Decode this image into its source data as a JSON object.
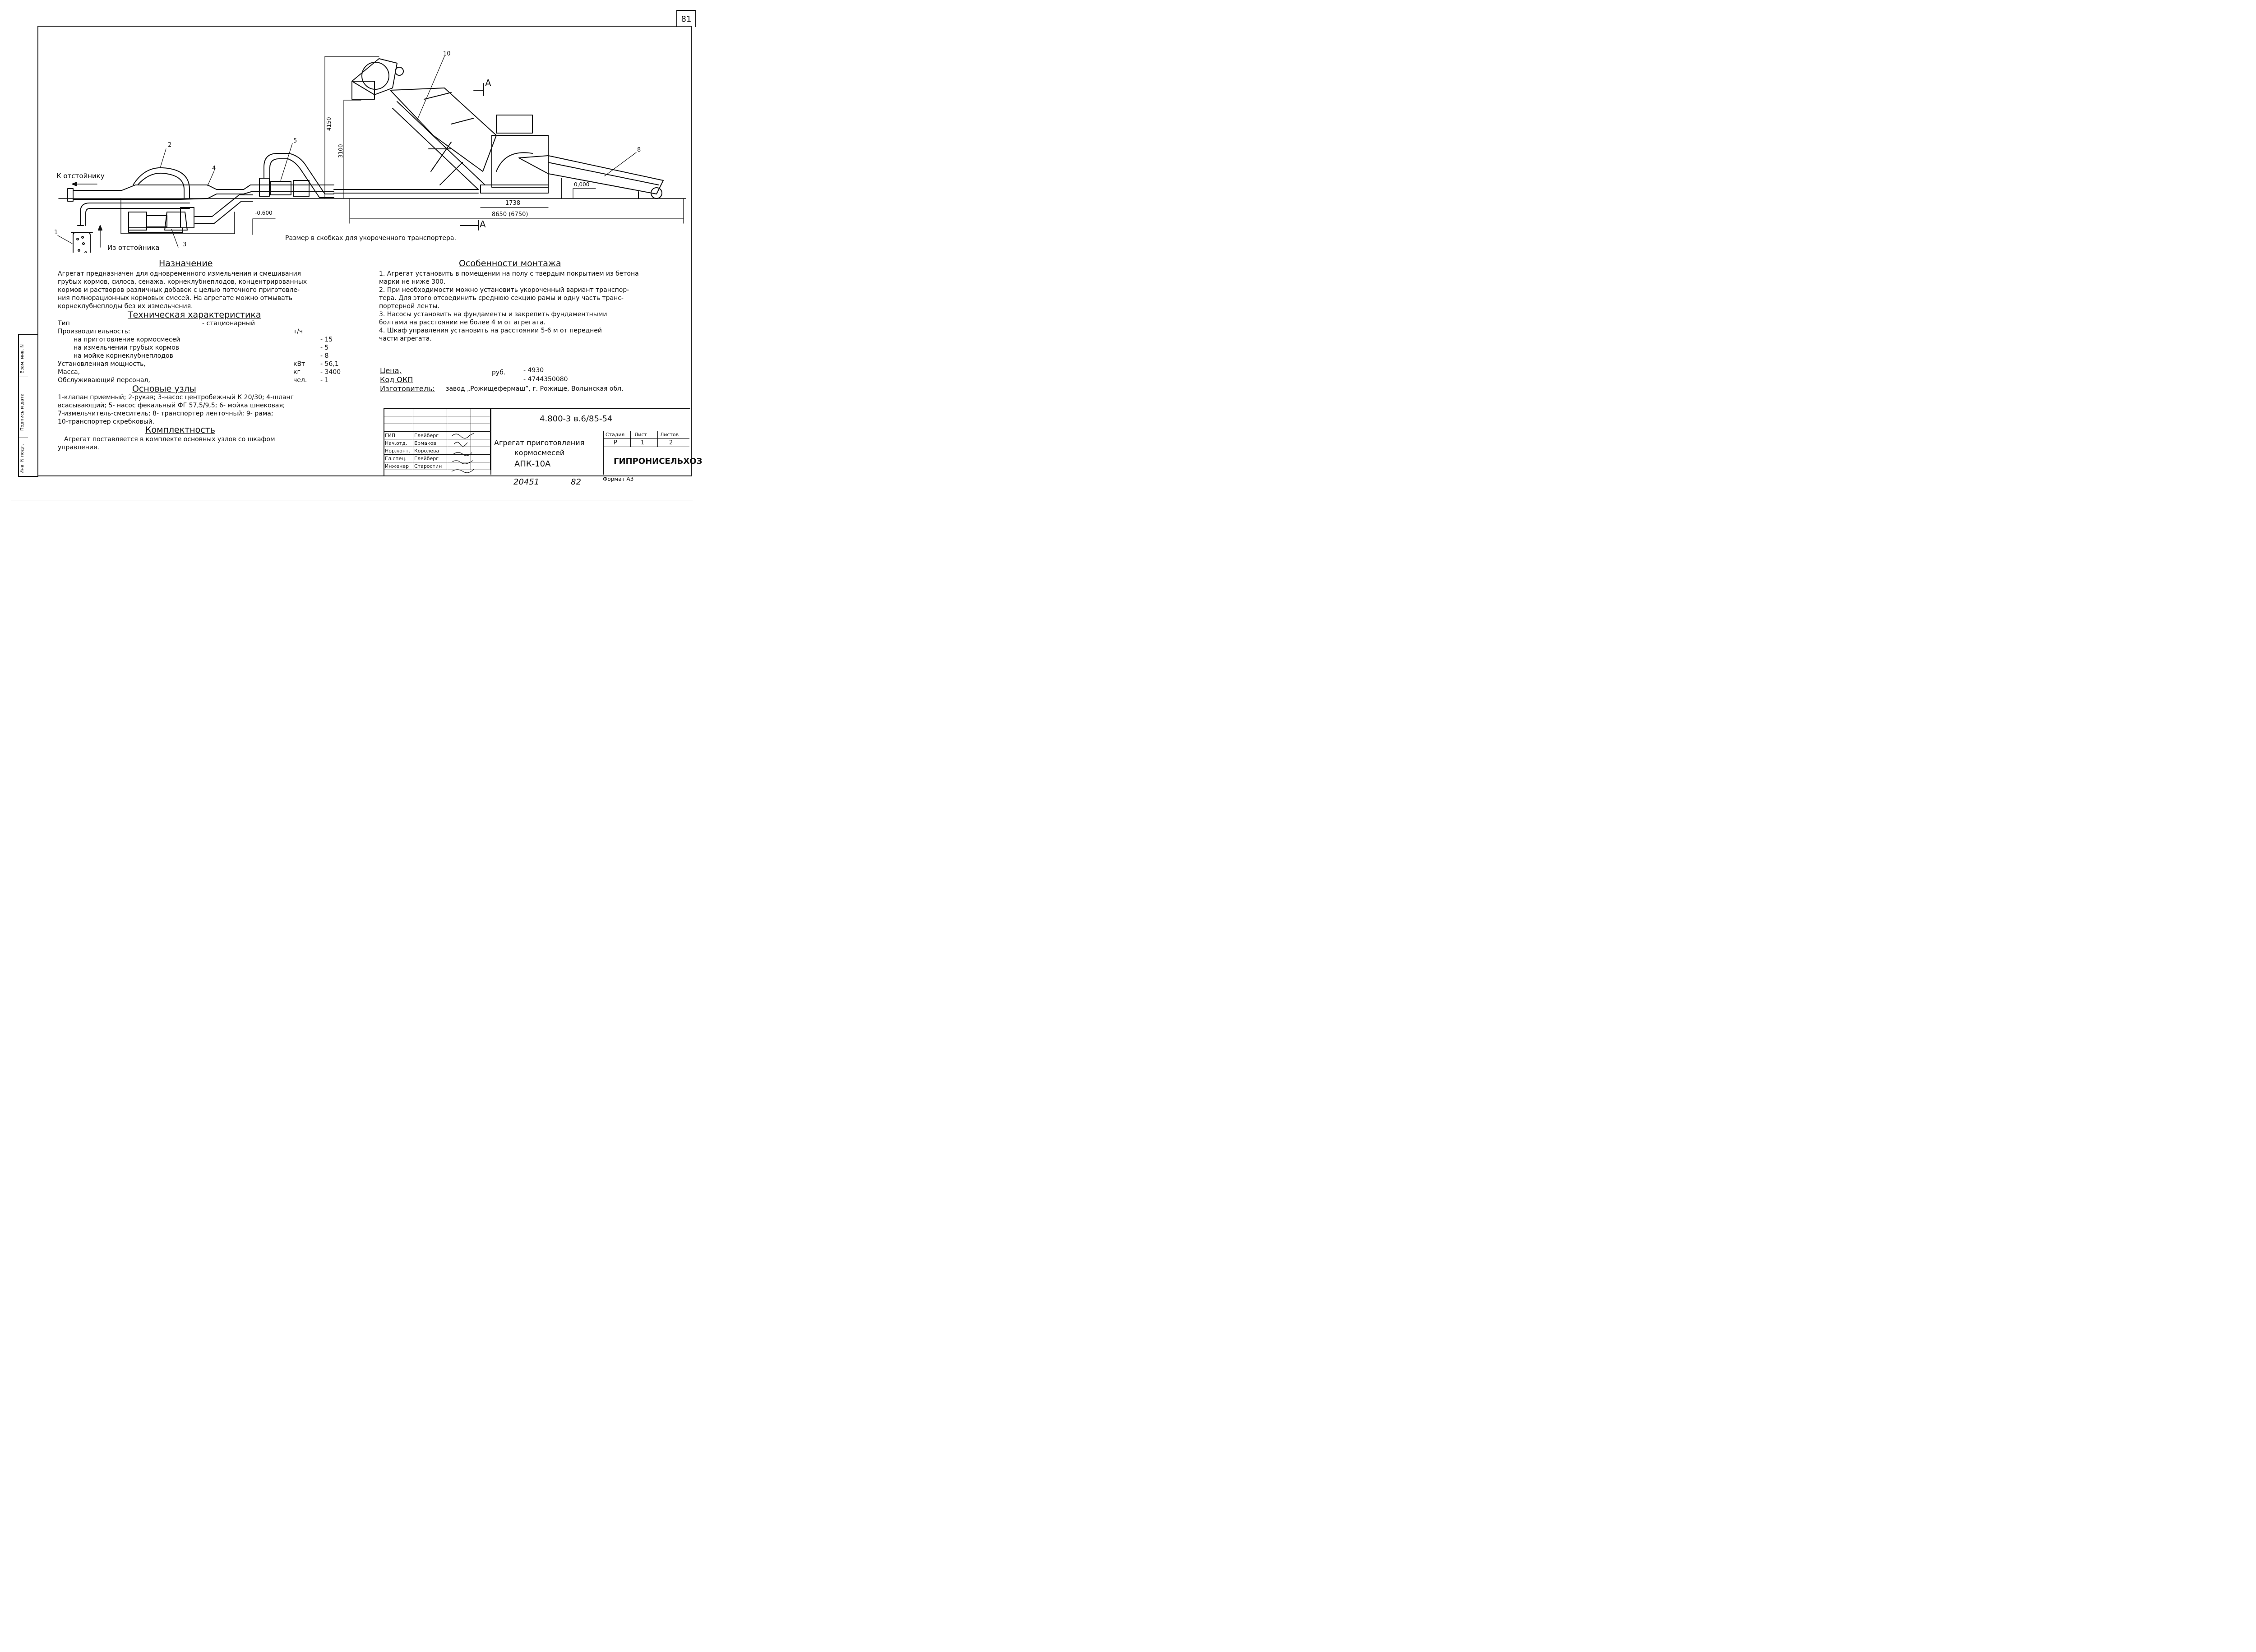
{
  "sheet_number": "81",
  "drawing": {
    "labels": {
      "to_settler": "К отстойнику",
      "from_settler": "Из отстойника",
      "dim_4150": "4150",
      "dim_3100": "3100",
      "dim_minus_0600": "-0,600",
      "dim_0000": "0,000",
      "dim_1738": "1738",
      "dim_8650": "8650 (6750)",
      "section_a_top": "А",
      "section_a_bottom": "А",
      "callout_1": "1",
      "callout_2": "2",
      "callout_3": "3",
      "callout_4": "4",
      "callout_5": "5",
      "callout_8": "8",
      "callout_10": "10"
    },
    "note": "Размер в скобках для укороченного транспортера."
  },
  "purpose": {
    "heading": "Назначение",
    "lines": [
      "Агрегат предназначен для одновременного измельчения и смешивания",
      "грубых кормов, силоса, сенажа, корнеклубнеплодов, концентрированных",
      "кормов и растворов различных добавок с целью поточного приготовле-",
      "ния полнорационных кормовых смесей. На агрегате можно отмывать",
      "корнеклубнеплоды без их измельчения."
    ]
  },
  "tech": {
    "heading": "Техническая характеристика",
    "rows": [
      {
        "label": "Тип",
        "unit": "",
        "value": "- стационарный",
        "indent": false
      },
      {
        "label": "Производительность:",
        "unit": "т/ч",
        "value": "",
        "indent": false
      },
      {
        "label": "на приготовление кормосмесей",
        "unit": "",
        "value": "- 15",
        "indent": true
      },
      {
        "label": "на измельчении грубых кормов",
        "unit": "",
        "value": "- 5",
        "indent": true
      },
      {
        "label": "на мойке корнеклубнеплодов",
        "unit": "",
        "value": "- 8",
        "indent": true
      },
      {
        "label": "Установленная мощность,",
        "unit": "кВт",
        "value": "- 56,1",
        "indent": false
      },
      {
        "label": "Масса,",
        "unit": "кг",
        "value": "- 3400",
        "indent": false
      },
      {
        "label": "Обслуживающий персонал,",
        "unit": "чел.",
        "value": "- 1",
        "indent": false
      }
    ]
  },
  "units": {
    "heading": "Основые узлы",
    "lines": [
      "1-клапан приемный; 2-рукав; 3-насос центробежный К 20/30; 4-шланг",
      "всасывающий; 5- насос фекальный ФГ 57,5/9,5; 6- мойка шнековая;",
      "7-измельчитель-смеситель; 8- транспортер ленточный; 9- рама;",
      "10-транспортер скребковый."
    ]
  },
  "kit": {
    "heading": "Комплектность",
    "lines": [
      "Агрегат поставляется в комплекте основных узлов со шкафом",
      "управления."
    ]
  },
  "mounting": {
    "heading": "Особенности монтажа",
    "lines": [
      "1. Агрегат установить в помещении на полу с твердым покрытием из бетона",
      "марки не ниже 300.",
      "2. При необходимости можно установить укороченный вариант транспор-",
      "тера. Для этого отсоединить среднюю секцию рамы и одну часть транс-",
      "портерной ленты.",
      "3. Насосы установить на фундаменты и закрепить фундаментными",
      "болтами на расстоянии не более 4 м от агрегата.",
      "4. Шкаф управления установить на расстоянии 5-6 м от передней",
      "части агрегата."
    ]
  },
  "price": {
    "price_label": "Цена,",
    "price_unit": "руб.",
    "price_value": "- 4930",
    "okp_label": "Код ОКП",
    "okp_value": "- 4744350080",
    "maker_label": "Изготовитель:",
    "maker_value": "завод „Рожищефермаш”, г. Рожище, Волынская обл."
  },
  "left_strip": {
    "cells": [
      "Инв. N подл.",
      "Подпись и дата",
      "Взам. инв. N"
    ]
  },
  "title_block": {
    "doc_code": "4.800-3 в.6/85-54",
    "title_line1": "Агрегат приготовления",
    "title_line2": "кормосмесей",
    "title_line3": "АПК-10А",
    "stage_header": "Стадия",
    "sheet_header": "Лист",
    "sheets_header": "Листов",
    "stage_value": "Р",
    "sheet_value": "1",
    "sheets_value": "2",
    "org": "ГИПРОНИСЕЛЬХОЗ",
    "signers": [
      {
        "role": "ГИП",
        "name": "Глейберг"
      },
      {
        "role": "Нач.отд.",
        "name": "Ермаков"
      },
      {
        "role": "Нор.конт.",
        "name": "Королева"
      },
      {
        "role": "Гл.спец.",
        "name": "Глейберг"
      },
      {
        "role": "Инженер",
        "name": "Старостин"
      }
    ]
  },
  "footer": {
    "inventory": "20451",
    "page": "82",
    "format": "Формат А3"
  }
}
